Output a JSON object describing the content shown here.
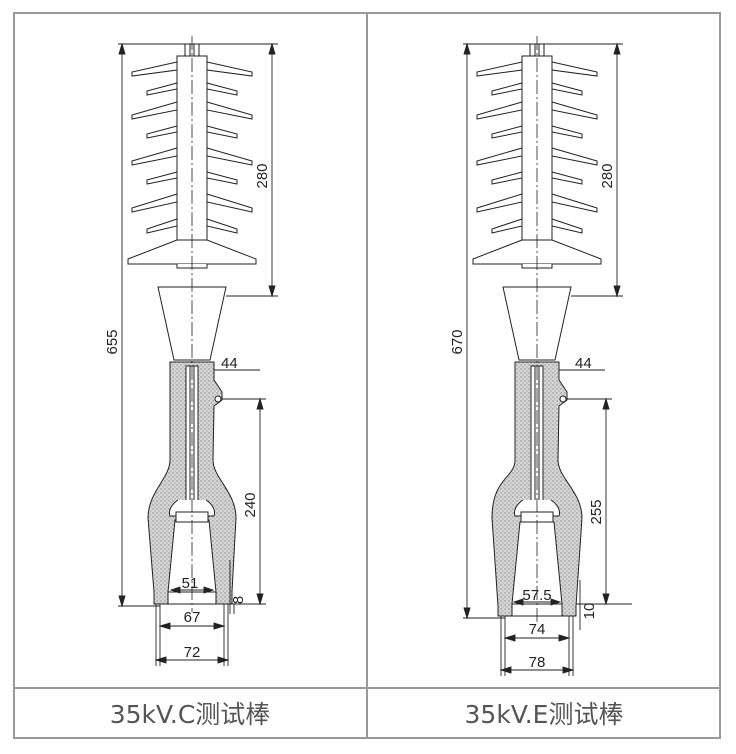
{
  "panels": [
    {
      "caption": "35kV.C测试棒",
      "dims": {
        "total_length": "655",
        "shed_length": "280",
        "neck_width": "44",
        "lug_to_bottom": "240",
        "bore_diameter": "51",
        "base_step": "8",
        "base_inner_width": "67",
        "base_outer_width": "72"
      }
    },
    {
      "caption": "35kV.E测试棒",
      "dims": {
        "total_length": "670",
        "shed_length": "280",
        "neck_width": "44",
        "lug_to_bottom": "255",
        "bore_diameter": "57.5",
        "base_step": "10",
        "base_inner_width": "74",
        "base_outer_width": "78"
      }
    }
  ],
  "colors": {
    "border": "#999999",
    "line": "#222222",
    "insulation_fill": "#d4d4d4",
    "caption_text": "#555555"
  }
}
